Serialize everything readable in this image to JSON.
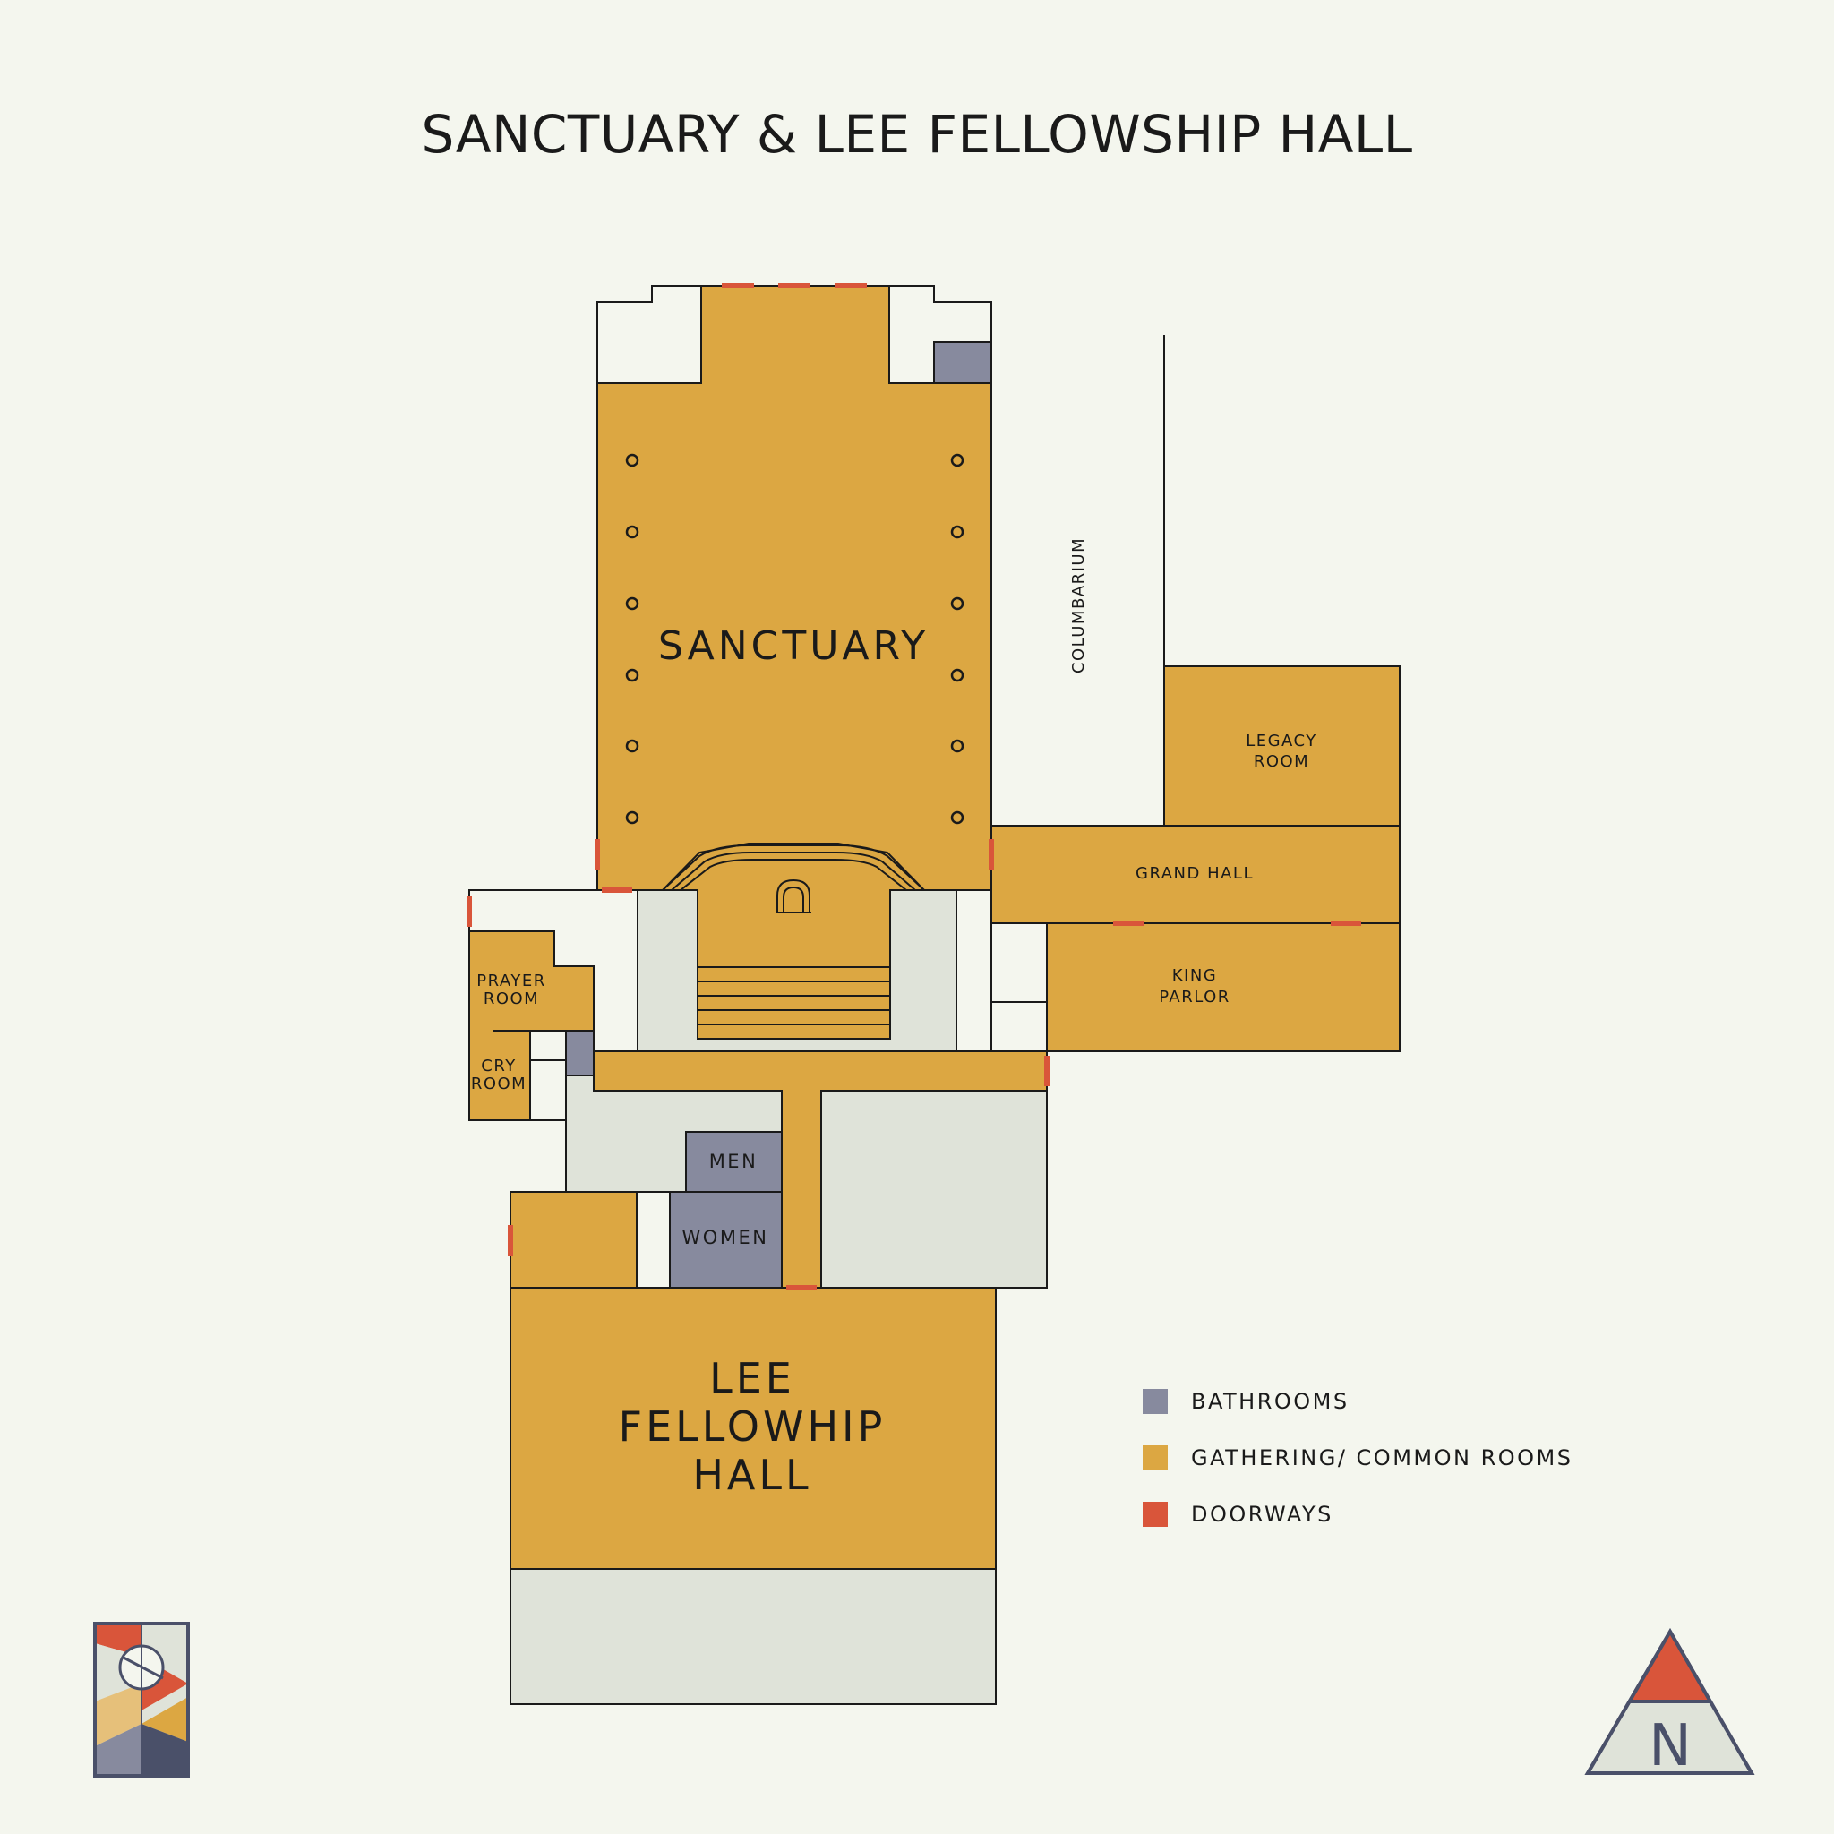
{
  "title": "SANCTUARY & LEE FELLOWSHIP HALL",
  "colors": {
    "gathering": "#dca742",
    "bathroom": "#878a9e",
    "doorway": "#d9553a",
    "service": "#dfe3d9",
    "background": "#f4f6ee",
    "line": "#1a1a1a"
  },
  "rooms": {
    "sanctuary": "SANCTUARY",
    "columbarium": "COLUMBARIUM",
    "legacy_room": [
      "LEGACY",
      "ROOM"
    ],
    "grand_hall": "GRAND HALL",
    "king_parlor": [
      "KING",
      "PARLOR"
    ],
    "prayer_room": [
      "PRAYER",
      "ROOM"
    ],
    "cry_room": [
      "CRY",
      "ROOM"
    ],
    "men": "MEN",
    "women": "WOMEN",
    "lee_fellowship_hall": [
      "LEE",
      "FELLOWHIP",
      "HALL"
    ]
  },
  "legend": [
    {
      "label": "BATHROOMS",
      "color": "#878a9e"
    },
    {
      "label": "GATHERING/ COMMON ROOMS",
      "color": "#dca742"
    },
    {
      "label": "DOORWAYS",
      "color": "#d9553a"
    }
  ],
  "compass": {
    "letter": "N",
    "icon": "north-arrow-icon"
  },
  "logo": {
    "icon": "church-logo-icon"
  }
}
